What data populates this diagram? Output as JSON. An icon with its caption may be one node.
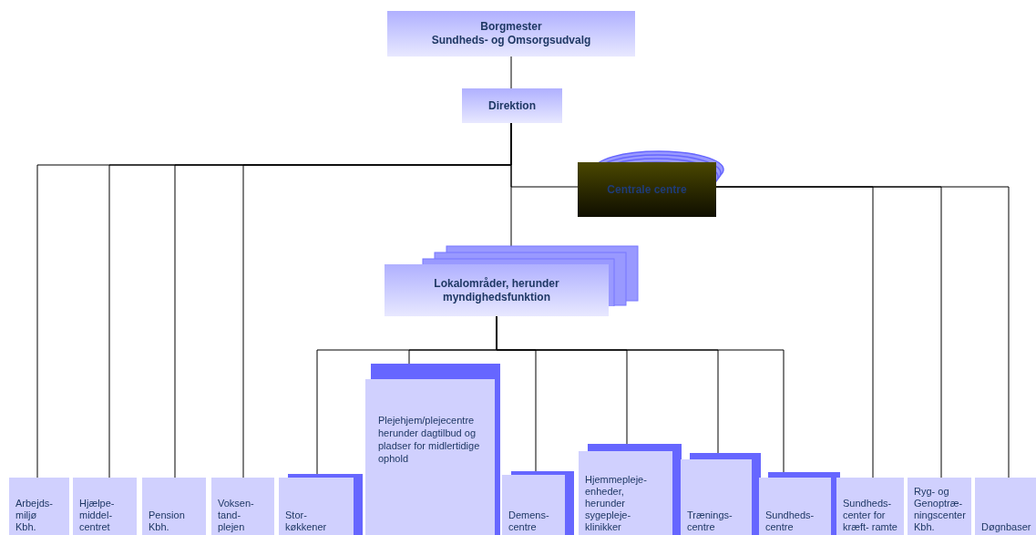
{
  "diagram": {
    "nodes": [
      {
        "text": [
          "Borgmester",
          "Sundheds- og Omsorgsudvalg"
        ]
      },
      {
        "text": [
          "Direktion"
        ]
      },
      {
        "text": [
          "Centrale centre"
        ]
      },
      {
        "text": [
          "Lokalområder, herunder myndighedsfunktion"
        ]
      },
      {
        "text": [
          "Arbejds- miljø Kbh."
        ]
      },
      {
        "text": [
          "Hjælpe- middel- centret"
        ]
      },
      {
        "text": [
          "Pension Kbh."
        ]
      },
      {
        "text": [
          "Voksen- tand- plejen"
        ]
      },
      {
        "text": [
          "Stor- køkkener"
        ]
      },
      {
        "text": [
          "Plejehjem/plejecentre herunder dagtilbud og pladser for midlertidige ophold"
        ]
      },
      {
        "text": [
          "Demens- centre"
        ]
      },
      {
        "text": [
          "Hjemmepleje- enheder, herunder sygepleje- klinikker"
        ]
      },
      {
        "text": [
          "Trænings- centre"
        ]
      },
      {
        "text": [
          "Sundheds- centre"
        ]
      },
      {
        "text": [
          "Sundheds- center for kræft- ramte"
        ]
      },
      {
        "text": [
          "Ryg- og Genoptræ- ningscenter Kbh."
        ]
      },
      {
        "text": [
          "Døgnbaser"
        ]
      }
    ],
    "edges": [
      {
        "from": 0,
        "to": 1,
        "arrow": "none"
      },
      {
        "from": 1,
        "to": 4,
        "arrow": "none"
      },
      {
        "from": 1,
        "to": 5,
        "arrow": "none"
      },
      {
        "from": 1,
        "to": 6,
        "arrow": "none"
      },
      {
        "from": 1,
        "to": 7,
        "arrow": "none"
      },
      {
        "from": 1,
        "to": 2,
        "arrow": "none"
      },
      {
        "from": 2,
        "to": 14,
        "arrow": "none"
      },
      {
        "from": 2,
        "to": 15,
        "arrow": "none"
      },
      {
        "from": 2,
        "to": 16,
        "arrow": "none"
      },
      {
        "from": 1,
        "to": 3,
        "arrow": "none"
      },
      {
        "from": 3,
        "to": 8,
        "arrow": "none"
      },
      {
        "from": 3,
        "to": 9,
        "arrow": "none"
      },
      {
        "from": 3,
        "to": 10,
        "arrow": "none"
      },
      {
        "from": 3,
        "to": 11,
        "arrow": "none"
      },
      {
        "from": 3,
        "to": 12,
        "arrow": "none"
      },
      {
        "from": 3,
        "to": 13,
        "arrow": "none"
      }
    ]
  }
}
